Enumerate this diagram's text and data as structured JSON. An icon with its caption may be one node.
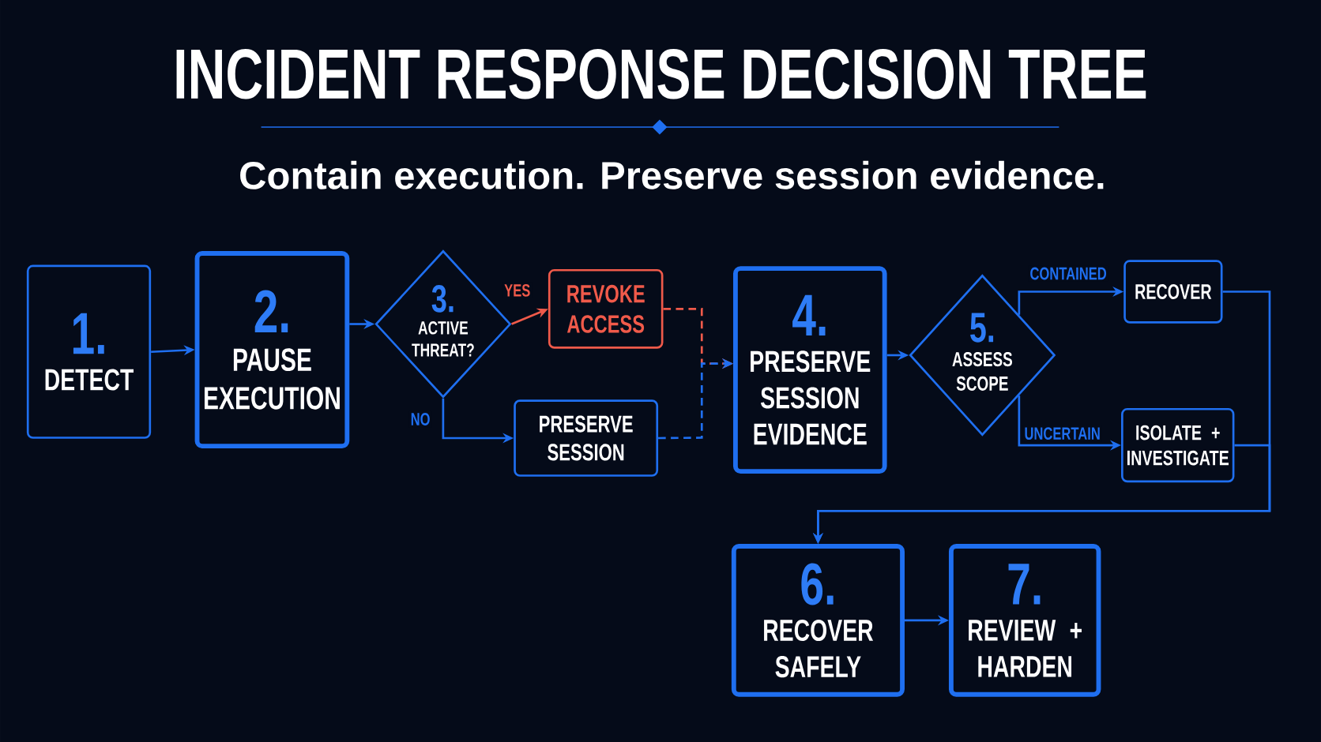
{
  "diagram": {
    "title": "INCIDENT RESPONSE DECISION TREE",
    "nodes": [
      {
        "text": [
          "1.",
          "DETECT"
        ]
      },
      {
        "text": [
          "2.",
          "PAUSE EXECUTION"
        ]
      },
      {
        "text": [
          "3.",
          "ACTIVE THREAT?"
        ]
      },
      {
        "text": [
          "REVOKE ACCESS"
        ]
      },
      {
        "text": [
          "PRESERVE SESSION"
        ]
      },
      {
        "text": [
          "4.",
          "PRESERVE SESSION EVIDENCE"
        ]
      },
      {
        "text": [
          "5.",
          "ASSESS SCOPE"
        ]
      },
      {
        "text": [
          "RECOVER"
        ]
      },
      {
        "text": [
          "ISOLATE + INVESTIGATE"
        ]
      },
      {
        "text": [
          "6.",
          "RECOVER SAFELY"
        ]
      },
      {
        "text": [
          "7.",
          "REVIEW + HARDEN"
        ]
      }
    ],
    "edges": [
      {
        "from": 0,
        "to": 1,
        "arrow": "to"
      },
      {
        "from": 1,
        "to": 2,
        "arrow": "to"
      },
      {
        "from": 2,
        "to": 3,
        "arrow": "to",
        "label": "YES",
        "color": "#f05a4a"
      },
      {
        "from": 2,
        "to": 4,
        "arrow": "to",
        "label": "NO"
      },
      {
        "from": 3,
        "to": 5,
        "arrow": "to",
        "style": "dashed",
        "color": "#f05a4a"
      },
      {
        "from": 4,
        "to": 5,
        "arrow": "to",
        "style": "dashed"
      },
      {
        "from": 5,
        "to": 6,
        "arrow": "to"
      },
      {
        "from": 6,
        "to": 7,
        "arrow": "to",
        "label": "CONTAINED"
      },
      {
        "from": 6,
        "to": 8,
        "arrow": "to",
        "label": "UNCERTAIN"
      },
      {
        "from": 7,
        "to": 9,
        "arrow": "to"
      },
      {
        "from": 8,
        "to": 9,
        "arrow": "to"
      },
      {
        "from": 9,
        "to": 10,
        "arrow": "to"
      }
    ],
    "labels": [
      "Contain execution. Preserve session evidence."
    ]
  }
}
